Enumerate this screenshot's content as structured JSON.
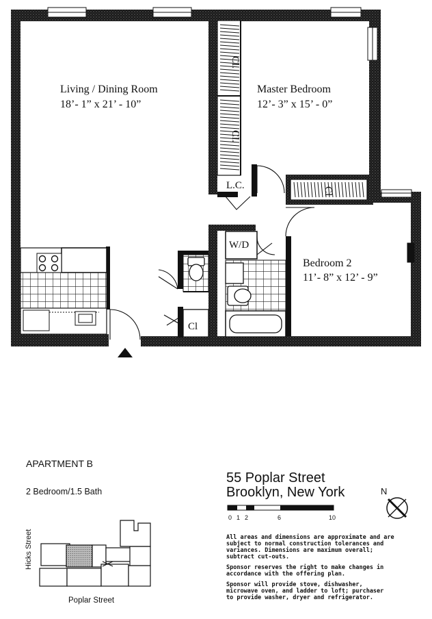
{
  "rooms": {
    "living": {
      "name": "Living / Dining Room",
      "dims": "18’- 1” x 21’ - 10”"
    },
    "master": {
      "name": "Master Bedroom",
      "dims": "12’- 3” x 15’ - 0”"
    },
    "bedroom2": {
      "name": "Bedroom 2",
      "dims": "11’- 8” x 12’ - 9”"
    }
  },
  "closet_labels": {
    "cl_master_upper": "Cl.",
    "cl_master_lower": "Cl.",
    "lc": "L.C.",
    "wd": "W/D",
    "cl_hall": "Cl",
    "cl_bedroom": "Cl"
  },
  "apartment": {
    "title": "APARTMENT   B",
    "type": "2 Bedroom/1.5 Bath"
  },
  "address": {
    "line1": "55 Poplar Street",
    "line2": "Brooklyn, New York"
  },
  "compass": {
    "north": "N"
  },
  "scale": {
    "ticks": [
      "0",
      "1",
      "2",
      "6",
      "10"
    ]
  },
  "site_plan": {
    "street_vertical": "Hicks Street",
    "street_horizontal": "Poplar Street"
  },
  "notes": [
    [
      "All areas and dimensions are approximate and are",
      "subject to normal construction tolerances and",
      "variances.  Dimensions are maximum overall;",
      "subtract cut-outs."
    ],
    [
      "Sponsor reserves the right to make changes in",
      "accordance with the offering plan."
    ],
    [
      "Sponsor will provide stove, dishwasher,",
      "microwave oven, and ladder to loft; purchaser",
      "to provide washer, dryer and refrigerator."
    ]
  ]
}
